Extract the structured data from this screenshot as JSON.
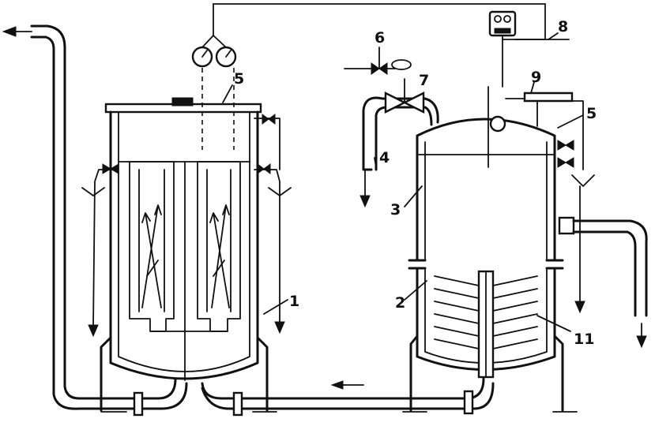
{
  "labels": {
    "l1": "1",
    "l2": "2",
    "l3": "3",
    "l4": "4",
    "l5a": "5",
    "l5b": "5",
    "l6": "6",
    "l7": "7",
    "l8": "8",
    "l9": "9",
    "l11": "11"
  }
}
